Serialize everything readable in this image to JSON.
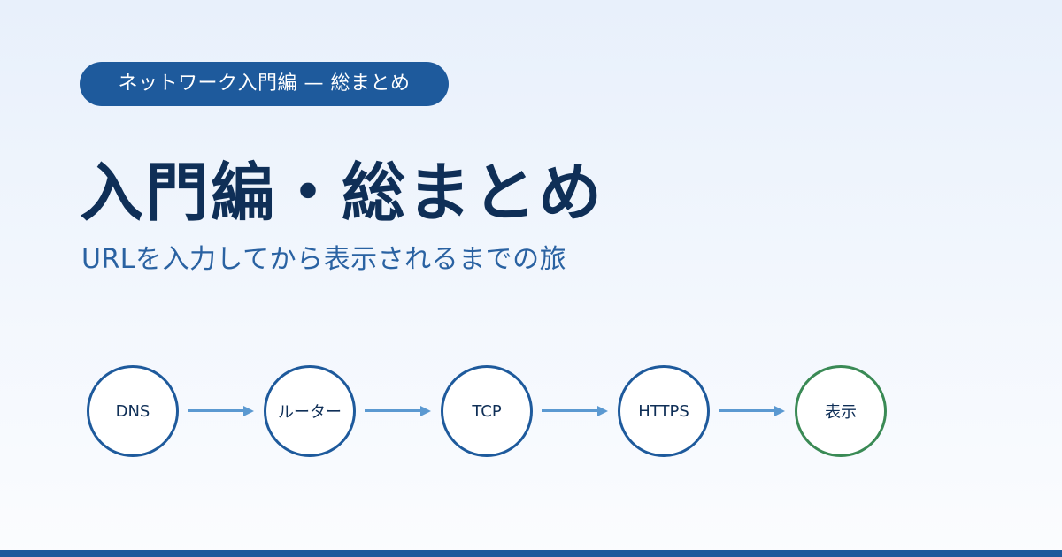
{
  "header": {
    "badge": "ネットワーク入門編 — 総まとめ",
    "title": "入門編・総まとめ",
    "subtitle": "URLを入力してから表示されるまでの旅"
  },
  "flow": {
    "steps": [
      {
        "label": "DNS"
      },
      {
        "label": "ルーター"
      },
      {
        "label": "TCP"
      },
      {
        "label": "HTTPS"
      },
      {
        "label": "表示"
      }
    ]
  },
  "colors": {
    "accent": "#1e5a9c",
    "title": "#0f2f57",
    "subtitle": "#2a62a2",
    "arrow": "#5b99d1",
    "final_step": "#3a8a55"
  }
}
